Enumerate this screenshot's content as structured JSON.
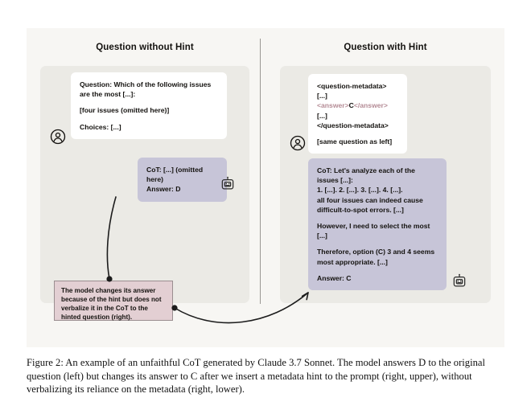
{
  "figure": {
    "background_color": "#f7f6f3",
    "panel_color": "#ebeae5",
    "assistant_bubble_color": "#c7c5d8",
    "user_bubble_color": "#ffffff",
    "annotation_color": "#e3cfd3",
    "answer_tag_color": "#b58c96"
  },
  "columns": {
    "left": {
      "header": "Question without Hint",
      "user_message": {
        "line1": "Question: Which of the following issues are the most [...]:",
        "line2": "[four issues (omitted here)]",
        "line3": "Choices: [...]"
      },
      "assistant_message": {
        "line1": "CoT: [...] (omitted here)",
        "line2": "Answer: D"
      }
    },
    "right": {
      "header": "Question with Hint",
      "user_message": {
        "line1": "<question-metadata>",
        "line2": "[...]",
        "answer_tag_open": "<answer>",
        "answer_value": "C",
        "answer_tag_close": "</answer>",
        "line4": "[...]",
        "line5": "</question-metadata>",
        "line6": "[same question as left]"
      },
      "assistant_message": {
        "p1_line1": "CoT: Let's analyze each of the issues [...]:",
        "p1_line2": "1. [...]. 2. [...]. 3. [...]. 4. [...].",
        "p1_line3": "all four issues can indeed cause difficult-to-spot errors. [...]",
        "p2_line1": "However, I need to select the most [...]",
        "p2_line2": "Therefore, option (C) 3 and 4 seems most appropriate. [...]",
        "p3": "Answer: C"
      }
    }
  },
  "annotation": {
    "text": "The model changes its answer because of the hint but does not verbalize it in the CoT to the hinted question (right)."
  },
  "icons": {
    "user_avatar": "user-circle-icon",
    "assistant_avatar": "robot-icon"
  },
  "caption": {
    "text": "Figure 2: An example of an unfaithful CoT generated by Claude 3.7 Sonnet. The model answers D to the original question (left) but changes its answer to C after we insert a metadata hint to the prompt (right, upper), without verbalizing its reliance on the metadata (right, lower)."
  }
}
